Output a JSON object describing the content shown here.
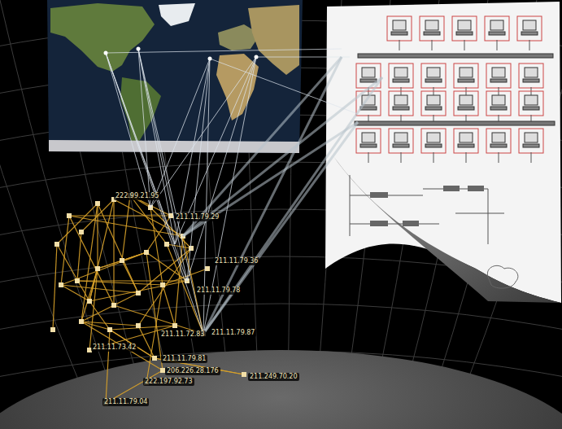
{
  "diagram": {
    "labels": [
      "222.99.21.95",
      "211.11.79.29",
      "211.11.79.36",
      "211.11.79.78",
      "211.11.72.83",
      "211.11.73.42",
      "211.11.79.87",
      "211.11.79.81",
      "206.226.28.176",
      "222.197.92.73",
      "211.249.70.20",
      "211.11.79.04"
    ]
  }
}
